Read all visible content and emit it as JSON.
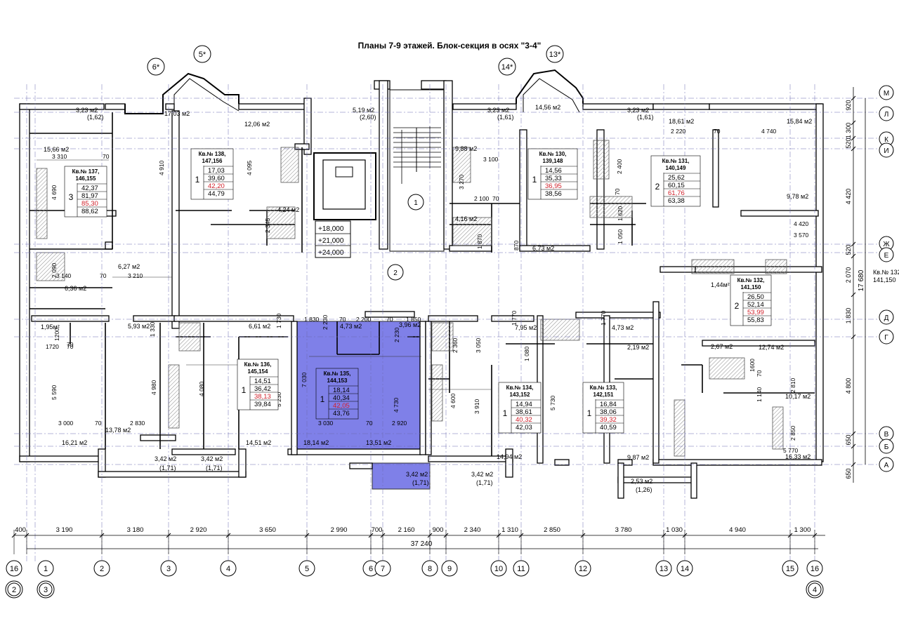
{
  "title": "Планы 7-9 этажей. Блок-секция в осях \"3-4\"",
  "highlight_color": "#7f80e8",
  "apartments": [
    {
      "id": "kv137",
      "label": "Кв.№ 137,",
      "nums": "146,155",
      "rooms": "3",
      "areas": [
        "42,37",
        "81,97",
        "85,30",
        "88,62"
      ]
    },
    {
      "id": "kv138",
      "label": "Кв.№ 138,",
      "nums": "147,156",
      "rooms": "1",
      "areas": [
        "17,03",
        "39,60",
        "42,20",
        "44,79"
      ]
    },
    {
      "id": "kv130",
      "label": "Кв.№ 130,",
      "nums": "139,148",
      "rooms": "1",
      "areas": [
        "14,56",
        "35,33",
        "36,95",
        "38,56"
      ]
    },
    {
      "id": "kv131",
      "label": "Кв.№ 131,",
      "nums": "140,149",
      "rooms": "2",
      "areas": [
        "25,62",
        "60,15",
        "61,76",
        "63,38"
      ]
    },
    {
      "id": "kv132",
      "label": "Кв.№ 132,",
      "nums": "141,150",
      "rooms": "2",
      "areas": [
        "26,50",
        "52,14",
        "53,99",
        "55,83"
      ]
    },
    {
      "id": "kv136",
      "label": "Кв.№ 136,",
      "nums": "145,154",
      "rooms": "1",
      "areas": [
        "14,51",
        "36,42",
        "38,13",
        "39,84"
      ]
    },
    {
      "id": "kv135",
      "label": "Кв.№ 135,",
      "nums": "144,153",
      "rooms": "1",
      "areas": [
        "18,14",
        "40,34",
        "42,05",
        "43,76"
      ]
    },
    {
      "id": "kv134",
      "label": "Кв.№ 134,",
      "nums": "143,152",
      "rooms": "1",
      "areas": [
        "14,94",
        "38,61",
        "40,32",
        "42,03"
      ]
    },
    {
      "id": "kv133",
      "label": "Кв.№ 133,",
      "nums": "142,151",
      "rooms": "1",
      "areas": [
        "16,84",
        "38,06",
        "39,32",
        "40,59"
      ]
    }
  ],
  "room_labels": [
    "3,23 м2",
    "(1,62)",
    "17,03 м2",
    "12,06 м2",
    "15,66 м2",
    "5,19 м2",
    "(2,60)",
    "3,23 м2",
    "(1,61)",
    "14,56 м2",
    "3,23 м2",
    "(1,61)",
    "18,61 м2",
    "15,84 м2",
    "9,88 м2",
    "4,24 м2",
    "4,16 м2",
    "6,73 м2",
    "9,78 м2",
    "6,27 м2",
    "6,36 м2",
    "1,95м²",
    "5,93 м2",
    "6,61 м2",
    "4,73 м2",
    "3,96 м2",
    "1,44м²",
    "12,74 м2",
    "7,95 м2",
    "4,73 м2",
    "2,19 м2",
    "2,67 м2",
    "10,17 м2",
    "13,78 м2",
    "16,21 м2",
    "14,51 м2",
    "18,14 м2",
    "13,51 м2",
    "14,94 м2",
    "9,87 м2",
    "16,33 м2",
    "3,42 м2",
    "(1,71)",
    "3,42 м2",
    "(1,71)",
    "3,42 м2",
    "(1,71)",
    "3,42 м2",
    "(1,71)",
    "2,53 м2",
    "(1,26)",
    "Кв.№ 132",
    "141,150"
  ],
  "interior_dims": [
    "3 310",
    "70",
    "4 690",
    "4 910",
    "4 095",
    "2 345",
    "3 140",
    "2 090",
    "3 210",
    "70",
    "1200",
    "70",
    "1720",
    "70",
    "5 590",
    "4 980",
    "4 080",
    "5 230",
    "3 000",
    "70",
    "2 830",
    "1 330",
    "1 730",
    "1 830",
    "2 230",
    "70",
    "2 200",
    "70",
    "1 850",
    "7 030",
    "2 230",
    "4 730",
    "3 030",
    "70",
    "2 920",
    "2 360",
    "3 050",
    "4 600",
    "3 910",
    "3 100",
    "3 270",
    "2 100",
    "70",
    "1 870",
    "870",
    "2 400",
    "70",
    "1 620",
    "1 050",
    "2 220",
    "70",
    "4 740",
    "4 420",
    "3 570",
    "1 770",
    "1 770",
    "1 080",
    "5 730",
    "1600",
    "1 140",
    "70",
    "2 810",
    "2 850",
    "5 770"
  ],
  "levels": [
    "+18,000",
    "+21,000",
    "+24,000"
  ],
  "stair_markers": [
    "1",
    "2"
  ],
  "axis_top_marks": [
    "6*",
    "5*",
    "14*",
    "13*"
  ],
  "bottom_dims": [
    "400",
    "3 190",
    "3 180",
    "2 920",
    "3 650",
    "2 990",
    "700",
    "2 160",
    "900",
    "2 340",
    "1 310",
    "2 850",
    "3 780",
    "1 030",
    "4 940",
    "1 300"
  ],
  "bottom_total": "37 240",
  "axes_bottom": [
    "16",
    "1",
    "2",
    "3",
    "4",
    "5",
    "6",
    "7",
    "8",
    "9",
    "10",
    "11",
    "12",
    "13",
    "14",
    "15",
    "16"
  ],
  "axes_bottom_extra": [
    "2",
    "3",
    "4"
  ],
  "right_dims": [
    "920",
    "1 300",
    "520",
    "4 420",
    "520",
    "2 070",
    "1 830",
    "4 800",
    "650",
    "650"
  ],
  "right_total": "17 680",
  "axes_right": [
    "М",
    "Л",
    "К",
    "И",
    "Ж",
    "Е",
    "Д",
    "Г",
    "В",
    "Б",
    "А"
  ]
}
